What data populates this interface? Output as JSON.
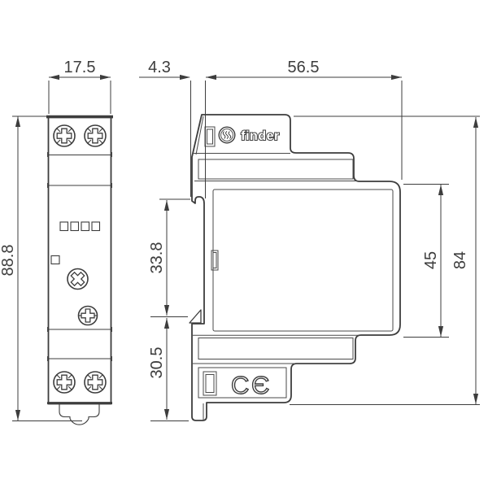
{
  "dimensions": {
    "front_width_mm": "17.5",
    "din_recess_depth_mm": "4.3",
    "body_depth_mm": "56.5",
    "front_height_mm": "88.8",
    "upper_section_mm": "33.8",
    "lower_section_mm": "30.5",
    "panel_height_mm": "45",
    "overall_height_mm": "84"
  },
  "branding": {
    "logo_text": "finder"
  },
  "marks": {
    "ce_c": "C",
    "ce_e": "Є"
  },
  "colors": {
    "line": "#3d3d3d",
    "background": "#ffffff"
  }
}
